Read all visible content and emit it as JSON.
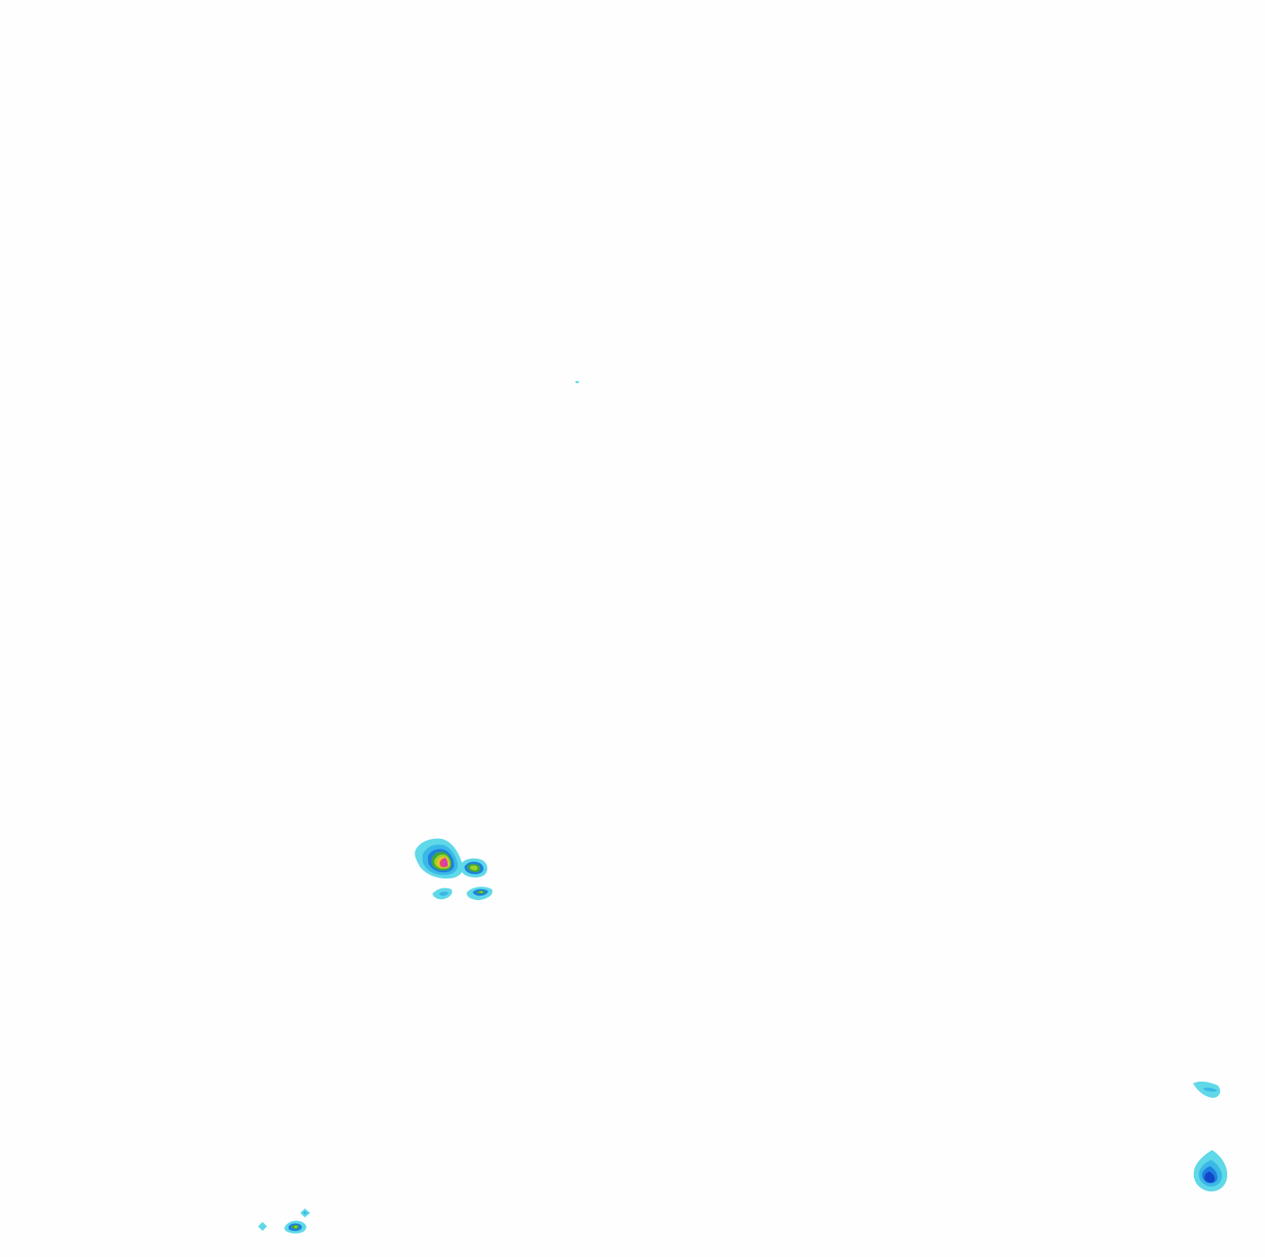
{
  "map": {
    "background_color": "#fefefe",
    "legend_colors": {
      "level_1": "#5fd8e8",
      "level_2": "#3ab8e6",
      "level_3": "#1f7fe0",
      "level_4": "#1446c8",
      "level_5": "#3ea83e",
      "level_6": "#9bd12a",
      "level_7": "#e8c32a",
      "level_8": "#e84a6a",
      "level_9": "#d43cc8"
    },
    "cells": [
      {
        "name": "cell-central-main",
        "peak_level": 9
      },
      {
        "name": "cell-central-east",
        "peak_level": 6
      },
      {
        "name": "cell-central-south-west",
        "peak_level": 1
      },
      {
        "name": "cell-central-south-east",
        "peak_level": 6
      },
      {
        "name": "cell-north-speck",
        "peak_level": 1
      },
      {
        "name": "cell-east-upper",
        "peak_level": 2
      },
      {
        "name": "cell-east-lower",
        "peak_level": 4
      },
      {
        "name": "cell-southwest-large",
        "peak_level": 6
      },
      {
        "name": "cell-southwest-small-a",
        "peak_level": 2
      },
      {
        "name": "cell-southwest-small-b",
        "peak_level": 1
      }
    ]
  }
}
